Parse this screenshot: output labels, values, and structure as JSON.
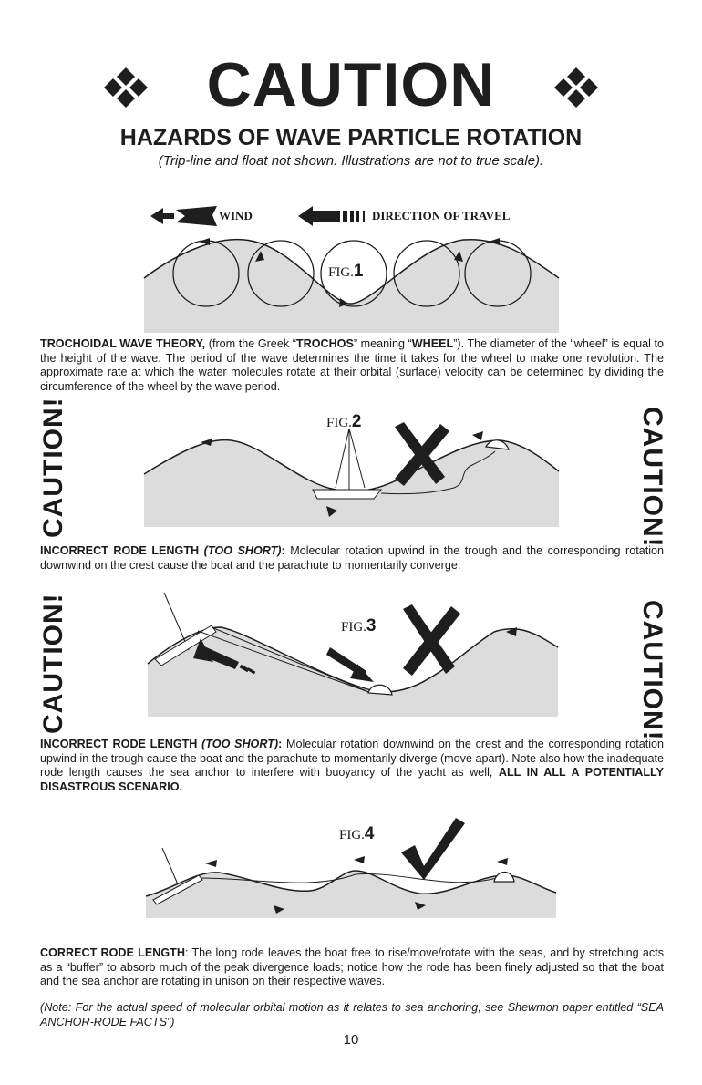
{
  "header": {
    "title": "CAUTION",
    "subtitle": "HAZARDS OF WAVE PARTICLE ROTATION",
    "note": "(Trip-line and float not shown. Illustrations are not to true scale)."
  },
  "fig1": {
    "label_prefix": "FIG.",
    "label_num": "1",
    "wind_label": "WIND",
    "direction_label": "DIRECTION OF TRAVEL",
    "heading": "TROCHOIDAL WAVE THEORY,",
    "text1": " (from the Greek “",
    "bold2": "TROCHOS",
    "text2": "” meaning “",
    "bold3": "WHEEL",
    "text3": "”). The diameter of the “wheel” is equal to the height of the wave. The period of the wave determines the time it takes for the wheel to make one revolution. The approximate rate at which the water molecules rotate at their orbital (surface) velocity can be determined by dividing the circumference of the wheel by the wave period."
  },
  "fig2": {
    "label_prefix": "FIG.",
    "label_num": "2",
    "side_left": "CAUTION!",
    "side_right": "CAUTION!",
    "heading": "INCORRECT RODE LENGTH ",
    "heading_italic": "(TOO SHORT)",
    "colon": ":",
    "text": "  Molecular rotation upwind in the trough and the corresponding rotation downwind on the crest cause the boat and the parachute to momentarily converge."
  },
  "fig3": {
    "label_prefix": "FIG.",
    "label_num": "3",
    "side_left": "CAUTION!",
    "side_right": "CAUTION!",
    "heading": "INCORRECT RODE LENGTH ",
    "heading_italic": "(TOO SHORT)",
    "colon": ":",
    "text": " Molecular rotation downwind on the crest and the corresponding rotation upwind in the trough cause the boat and the parachute to momentarily diverge (move apart). Note also how the inadequate rode length causes the sea anchor to interfere with buoyancy of the yacht as well, ",
    "bold_end": "ALL IN ALL A POTENTIALLY DISASTROUS SCENARIO."
  },
  "fig4": {
    "label_prefix": "FIG.",
    "label_num": "4",
    "heading": "CORRECT RODE LENGTH",
    "text": ": The long rode leaves the boat free to rise/move/rotate with the seas, and by stretching acts as a “buffer” to absorb much of the peak divergence loads; notice how the rode has been finely adjusted so that the boat and the sea anchor are rotating in unison on their respective waves."
  },
  "footnote": "(Note: For the actual speed of molecular orbital motion as it relates to sea anchoring, see Shewmon paper entitled “SEA ANCHOR-RODE FACTS”)",
  "page_number": "10",
  "colors": {
    "ink": "#1e1e1e",
    "sea": "#dcdcdc"
  }
}
